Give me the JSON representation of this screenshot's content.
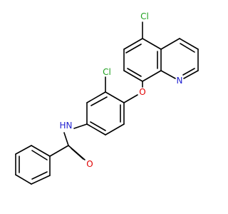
{
  "structure": {
    "labels": {
      "cl_top": "Cl",
      "n_ring": "N",
      "o_ether": "O",
      "cl_mid": "Cl",
      "nh": "H",
      "n_amide": "N",
      "o_carbonyl": "O"
    },
    "colors": {
      "bond": "#000000",
      "chlorine": "#1fa01f",
      "nitrogen": "#1f1fd0",
      "oxygen": "#e00000",
      "background": "#ffffff"
    }
  }
}
